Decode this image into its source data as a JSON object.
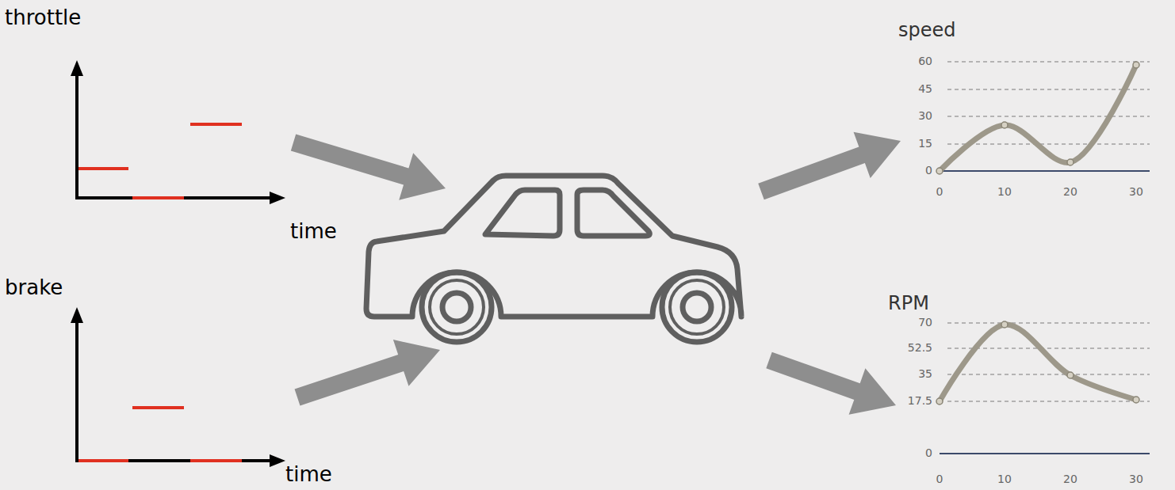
{
  "diagram": {
    "labels": [
      "throttle",
      "speed",
      "60",
      "45",
      "30",
      "15",
      "0",
      "0",
      "10",
      "20",
      "30",
      "time",
      "brake",
      "RPM",
      "70",
      "52.5",
      "35",
      "17.5",
      "0",
      "0",
      "10",
      "20",
      "30",
      "time"
    ]
  }
}
